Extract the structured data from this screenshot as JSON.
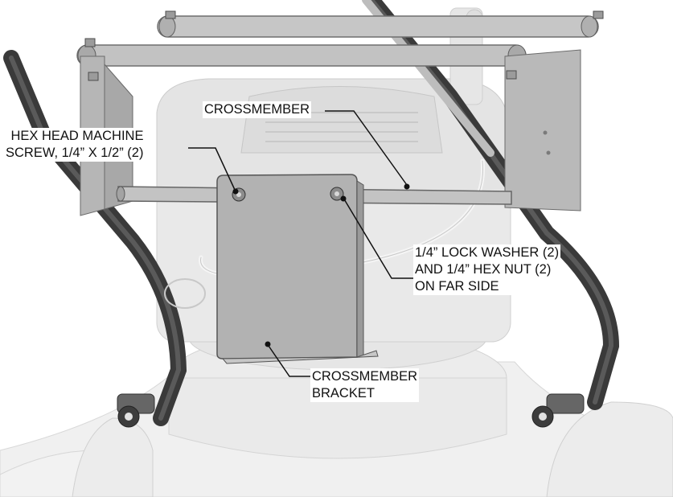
{
  "callouts": {
    "crossmember": {
      "lines": [
        "CROSSMEMBER"
      ]
    },
    "screw": {
      "lines": [
        "HEX HEAD MACHINE",
        "SCREW, 1/4” X 1/2” (2)"
      ]
    },
    "washer": {
      "lines": [
        "1/4” LOCK WASHER (2)",
        "AND 1/4” HEX NUT (2)",
        "ON FAR SIDE"
      ]
    },
    "bracket": {
      "lines": [
        "CROSSMEMBER",
        "BRACKET"
      ]
    }
  },
  "colors": {
    "ghost_fill": "#ececec",
    "ghost_edge": "#d2d2d2",
    "frame_fill": "#b8b8b8",
    "frame_edge": "#6e6e6e",
    "bracket_fill": "#b1b1b1",
    "handle": "#3a3a3a",
    "leader": "#111111"
  }
}
